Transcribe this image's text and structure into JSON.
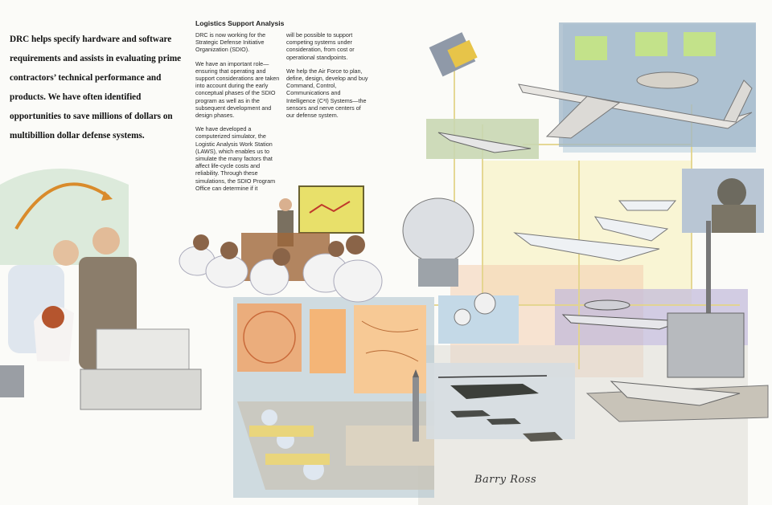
{
  "intro_text": "DRC helps specify hardware and software requirements and assists in evaluating prime contractors’ technical performance and products. We have often identified opportunities to save millions of dollars on multibillion dollar defense systems.",
  "section_title": "Logistics Support Analysis",
  "column_1": [
    "DRC is now working for the Strategic Defense Initiative Organization (SDIO).",
    "We have an important role—ensuring that operating and support considerations are taken into account during the early conceptual phases of the SDIO program as well as in the subsequent development and design phases.",
    "We have developed a computerized simulator, the Logistic Analysis Work Station (LAWS), which enables us to simulate the many factors that affect life-cycle costs and reliability. Through these simulations, the SDIO Program Office can determine if it"
  ],
  "column_2": [
    "will be possible to support competing systems under consideration, from cost or operational standpoints.",
    "We help the Air Force to plan, define, design, develop and buy Command, Control, Communications and Intelligence (C³I) Systems—the sensors and nerve centers of our defense system."
  ],
  "signature": "Barry Ross",
  "colors": {
    "background": "#fbfbf8",
    "pale_yellow": "#f6eeb0",
    "soft_blue": "#a9c4d8",
    "peach": "#f2c7a4",
    "lavender": "#b9b0d6"
  }
}
